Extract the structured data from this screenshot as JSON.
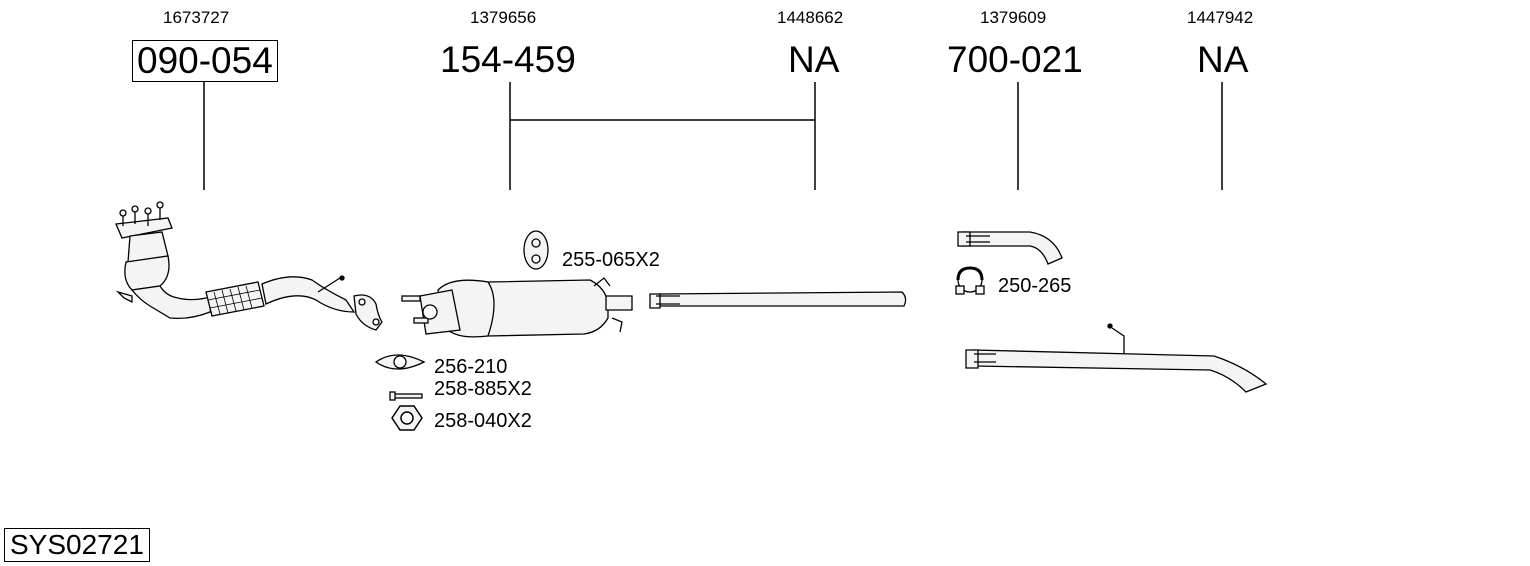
{
  "columns": [
    {
      "oe_number": "1673727",
      "part_number": "090-054",
      "boxed": true
    },
    {
      "oe_number": "1379656",
      "part_number": "154-459",
      "boxed": false
    },
    {
      "oe_number": "1448662",
      "part_number": "NA",
      "boxed": false
    },
    {
      "oe_number": "1379609",
      "part_number": "700-021",
      "boxed": false
    },
    {
      "oe_number": "1447942",
      "part_number": "NA",
      "boxed": false
    }
  ],
  "accessories": [
    {
      "label": "255-065X2",
      "icon": "rubber-hanger-icon"
    },
    {
      "label": "256-210",
      "icon": "gasket-icon"
    },
    {
      "label": "258-885X2",
      "icon": "bolt-icon"
    },
    {
      "label": "258-040X2",
      "icon": "hex-nut-icon"
    },
    {
      "label": "250-265",
      "icon": "pipe-clamp-icon"
    }
  ],
  "system_code": "SYS02721",
  "colors": {
    "line": "#000000",
    "part_fill": "#f4f4f4",
    "background": "#ffffff"
  }
}
